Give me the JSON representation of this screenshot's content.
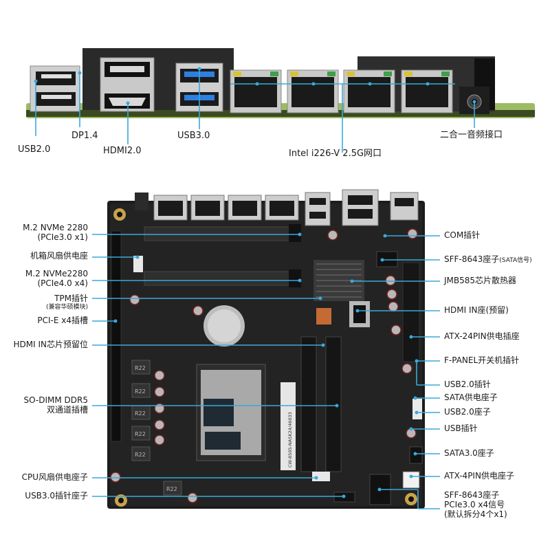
{
  "top_labels": {
    "usb20": "USB2.0",
    "dp14": "DP1.4",
    "hdmi20": "HDMI2.0",
    "usb30": "USB3.0",
    "lan": "Intel i226-V 2.5G网口",
    "audio": "二合一音频接口"
  },
  "left_labels": {
    "m2_2280_a": "M.2 NVMe 2280",
    "m2_2280_a_sub": "(PCIe3.0 x1)",
    "case_fan": "机箱风扇供电座",
    "m2_2280_b": "M.2 NVMe2280",
    "m2_2280_b_sub": "(PCIe4.0 x4)",
    "tpm": "TPM插针",
    "tpm_sub": "(兼容华硕模块)",
    "pcie_x4": "PCI-E x4插槽",
    "hdmi_in_chip": "HDMI IN芯片预留位",
    "sodimm": "SO-DIMM DDR5",
    "sodimm_sub": "双通道插槽",
    "cpu_fan": "CPU风扇供电座子",
    "usb30_header": "USB3.0插针座子"
  },
  "right_labels": {
    "com": "COM插针",
    "sff8643_sata": "SFF-8643座子",
    "sff8643_sata_sub": "(SATA信号)",
    "jmb585": "JMB585芯片散热器",
    "hdmi_in": "HDMI IN座(预留)",
    "atx24": "ATX-24PIN供电插座",
    "fpanel": "F-PANEL开关机插针",
    "usb20_header": "USB2.0插针",
    "sata_power": "SATA供电座子",
    "usb20_port": "USB2.0座子",
    "usb_header": "USB插针",
    "sata30": "SATA3.0座子",
    "atx4": "ATX-4PIN供电座子",
    "sff8643_pcie": "SFF-8643座子",
    "sff8643_pcie_sub": "PCIe3.0 x4信号",
    "sff8643_pcie_sub2": "(默认拆分4个x1)"
  },
  "board_text": {
    "r22": "R22",
    "silk_id": "CW-8505-NASK24/46033"
  },
  "colors": {
    "pointer": "#39a9dc",
    "pcb": "#1c1c1c",
    "label": "#1a1a1a"
  }
}
